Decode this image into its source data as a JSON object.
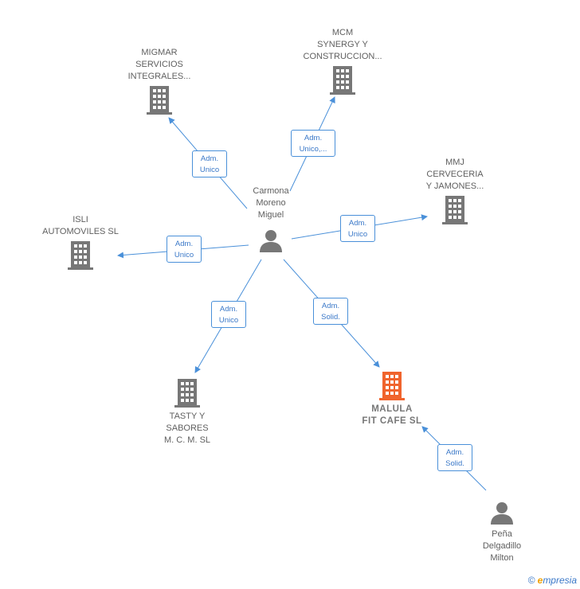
{
  "nodes": {
    "center": {
      "label": "Carmona\nMoreno\nMiguel",
      "type": "person"
    },
    "migmar": {
      "label": "MIGMAR\nSERVICIOS\nINTEGRALES...",
      "type": "company"
    },
    "mcm": {
      "label": "MCM\nSYNERGY Y\nCONSTRUCCION...",
      "type": "company"
    },
    "mmj": {
      "label": "MMJ\nCERVECERIA\nY JAMONES...",
      "type": "company"
    },
    "isli": {
      "label": "ISLI\nAUTOMOVILES SL",
      "type": "company"
    },
    "tasty": {
      "label": "TASTY Y\nSABORES\nM.  C. M.  SL",
      "type": "company"
    },
    "malula": {
      "label": "MALULA\nFIT CAFE  SL",
      "type": "company-main"
    },
    "pena": {
      "label": "Peña\nDelgadillo\nMilton",
      "type": "person"
    }
  },
  "edges": {
    "migmar": "Adm.\nUnico",
    "mcm": "Adm.\nUnico,...",
    "mmj": "Adm.\nUnico",
    "isli": "Adm.\nUnico",
    "tasty": "Adm.\nUnico",
    "malula": "Adm.\nSolid.",
    "pena": "Adm.\nSolid."
  },
  "colors": {
    "edge": "#4a90d9",
    "company": "#777777",
    "company_main": "#f0642d",
    "person": "#777777"
  },
  "brand": {
    "copyright": "©",
    "name": "mpresia",
    "initial": "e"
  }
}
